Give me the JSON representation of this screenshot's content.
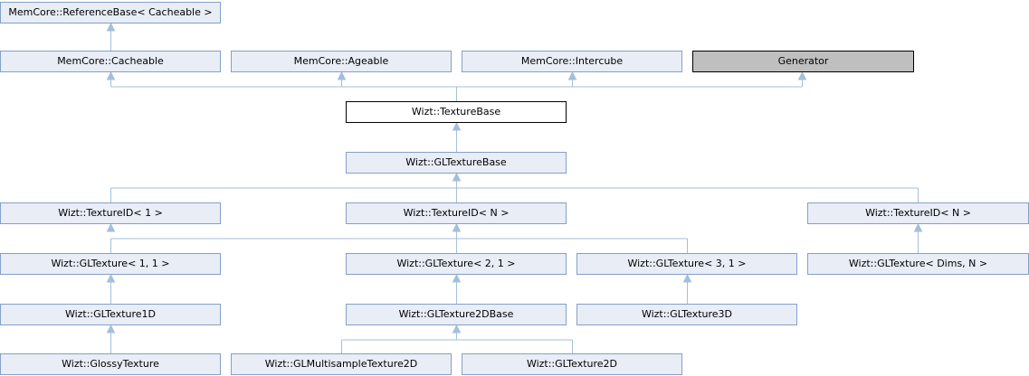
{
  "colors": {
    "edge": "#a4bfda",
    "node_fill": "#e8edf6",
    "node_border": "#84a0c8",
    "current_fill": "#ffffff",
    "external_fill": "#bfbfbf"
  },
  "nodes": {
    "referencebase": "MemCore::ReferenceBase< Cacheable >",
    "cacheable": "MemCore::Cacheable",
    "ageable": "MemCore::Ageable",
    "intercube": "MemCore::Intercube",
    "generator": "Generator",
    "texturebase": "Wizt::TextureBase",
    "gltexturebase": "Wizt::GLTextureBase",
    "textureid_1": "Wizt::TextureID< 1 >",
    "textureid_n_a": "Wizt::TextureID< N >",
    "textureid_n_b": "Wizt::TextureID< N >",
    "gltexture_1_1": "Wizt::GLTexture< 1, 1 >",
    "gltexture_2_1": "Wizt::GLTexture< 2, 1 >",
    "gltexture_3_1": "Wizt::GLTexture< 3, 1 >",
    "gltexture_dims_n": "Wizt::GLTexture< Dims, N >",
    "gltexture1d": "Wizt::GLTexture1D",
    "gltexture2dbase": "Wizt::GLTexture2DBase",
    "gltexture3d": "Wizt::GLTexture3D",
    "glossytexture": "Wizt::GlossyTexture",
    "glmultisampletexture2d": "Wizt::GLMultisampleTexture2D",
    "gltexture2d": "Wizt::GLTexture2D"
  }
}
